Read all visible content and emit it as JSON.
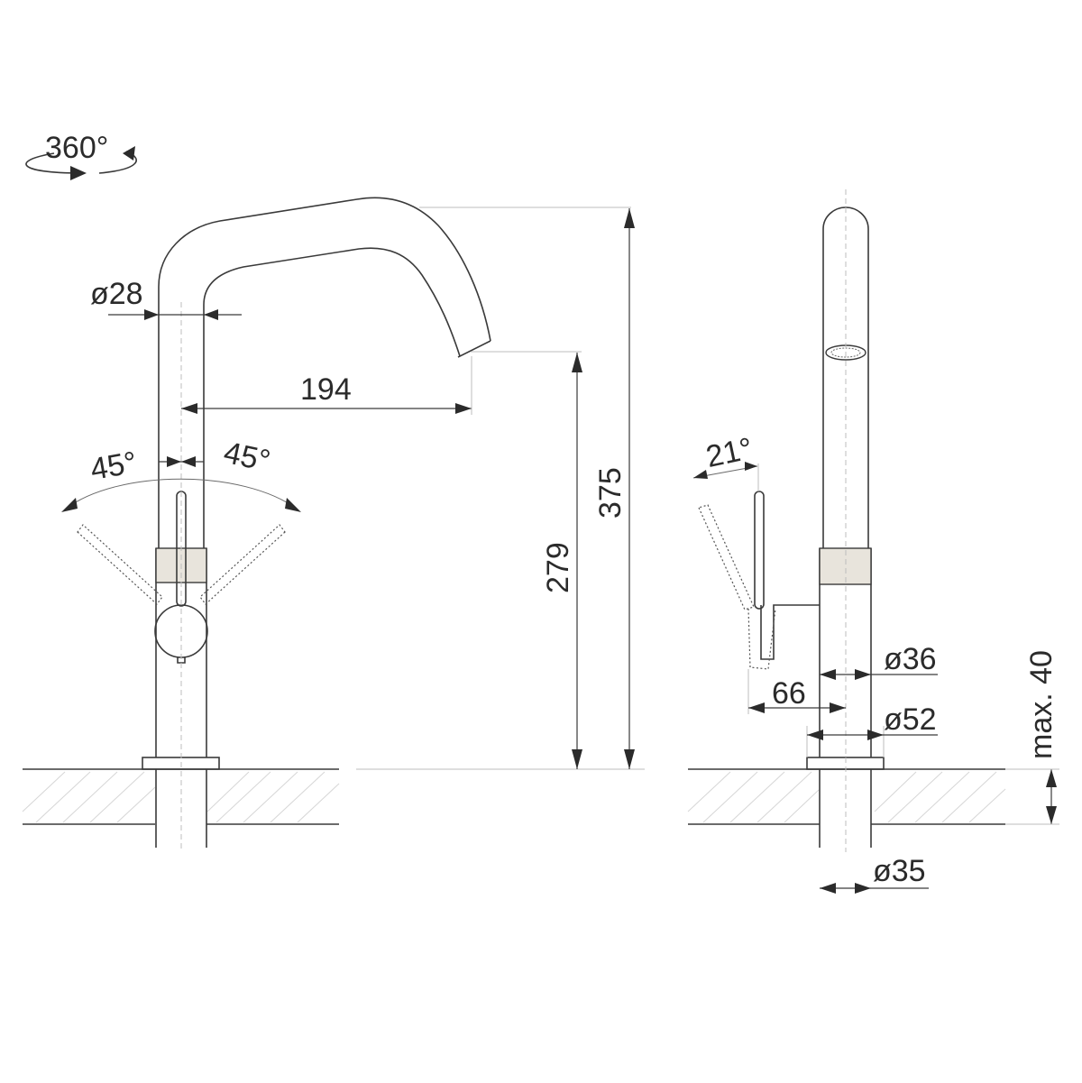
{
  "labels": {
    "rotation": "360°",
    "diameter_neck": "ø28",
    "reach": "194",
    "angle_left": "45°",
    "angle_right": "45°",
    "height_spout": "279",
    "height_total": "375",
    "angle_side": "21°",
    "diameter_body": "ø36",
    "handle_depth": "66",
    "diameter_base": "ø52",
    "max_thickness": "max. 40",
    "diameter_shank": "ø35"
  },
  "colors": {
    "line": "#3a3a3a",
    "accent_ring": "#e8e4dc",
    "extension": "#bdbdbd"
  },
  "icons": [
    "rotation-arrow-icon"
  ]
}
